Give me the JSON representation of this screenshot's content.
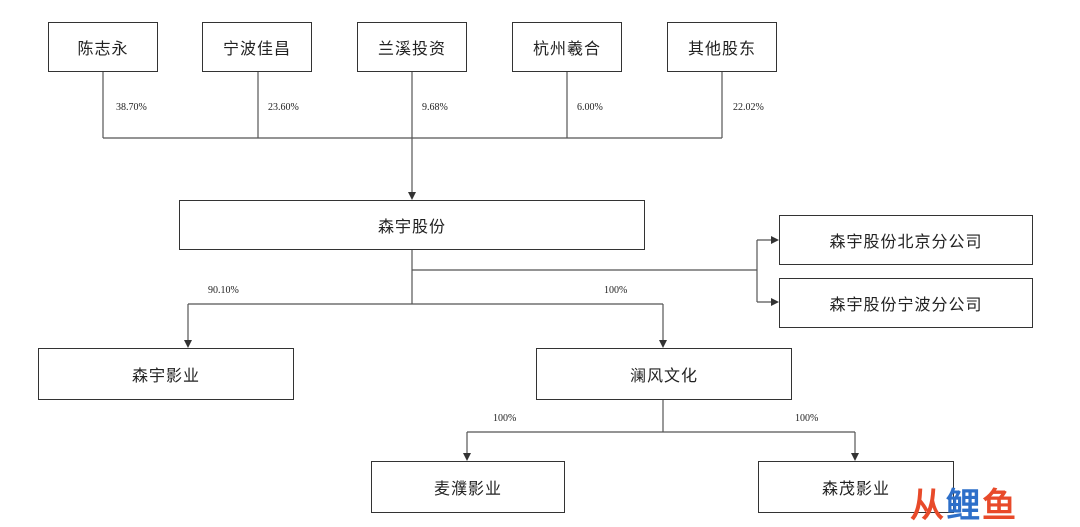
{
  "shareholders": [
    {
      "name": "陈志永",
      "pct": "38.70%"
    },
    {
      "name": "宁波佳昌",
      "pct": "23.60%"
    },
    {
      "name": "兰溪投资",
      "pct": "9.68%"
    },
    {
      "name": "杭州羲合",
      "pct": "6.00%"
    },
    {
      "name": "其他股东",
      "pct": "22.02%"
    }
  ],
  "company": "森宇股份",
  "branches": [
    "森宇股份北京分公司",
    "森宇股份宁波分公司"
  ],
  "subsidiaries": [
    {
      "name": "森宇影业",
      "pct": "90.10%"
    },
    {
      "name": "澜风文化",
      "pct": "100%"
    }
  ],
  "sub_subsidiaries": [
    {
      "name": "麦濮影业",
      "pct": "100%"
    },
    {
      "name": "森茂影业",
      "pct": "100%"
    }
  ],
  "watermark": {
    "part1": "从",
    "part2": "鲤",
    "part3": "鱼"
  },
  "colors": {
    "line": "#555555",
    "box_border": "#333333",
    "watermark_red": "#e84a2a",
    "watermark_blue": "#2d6fc9"
  }
}
